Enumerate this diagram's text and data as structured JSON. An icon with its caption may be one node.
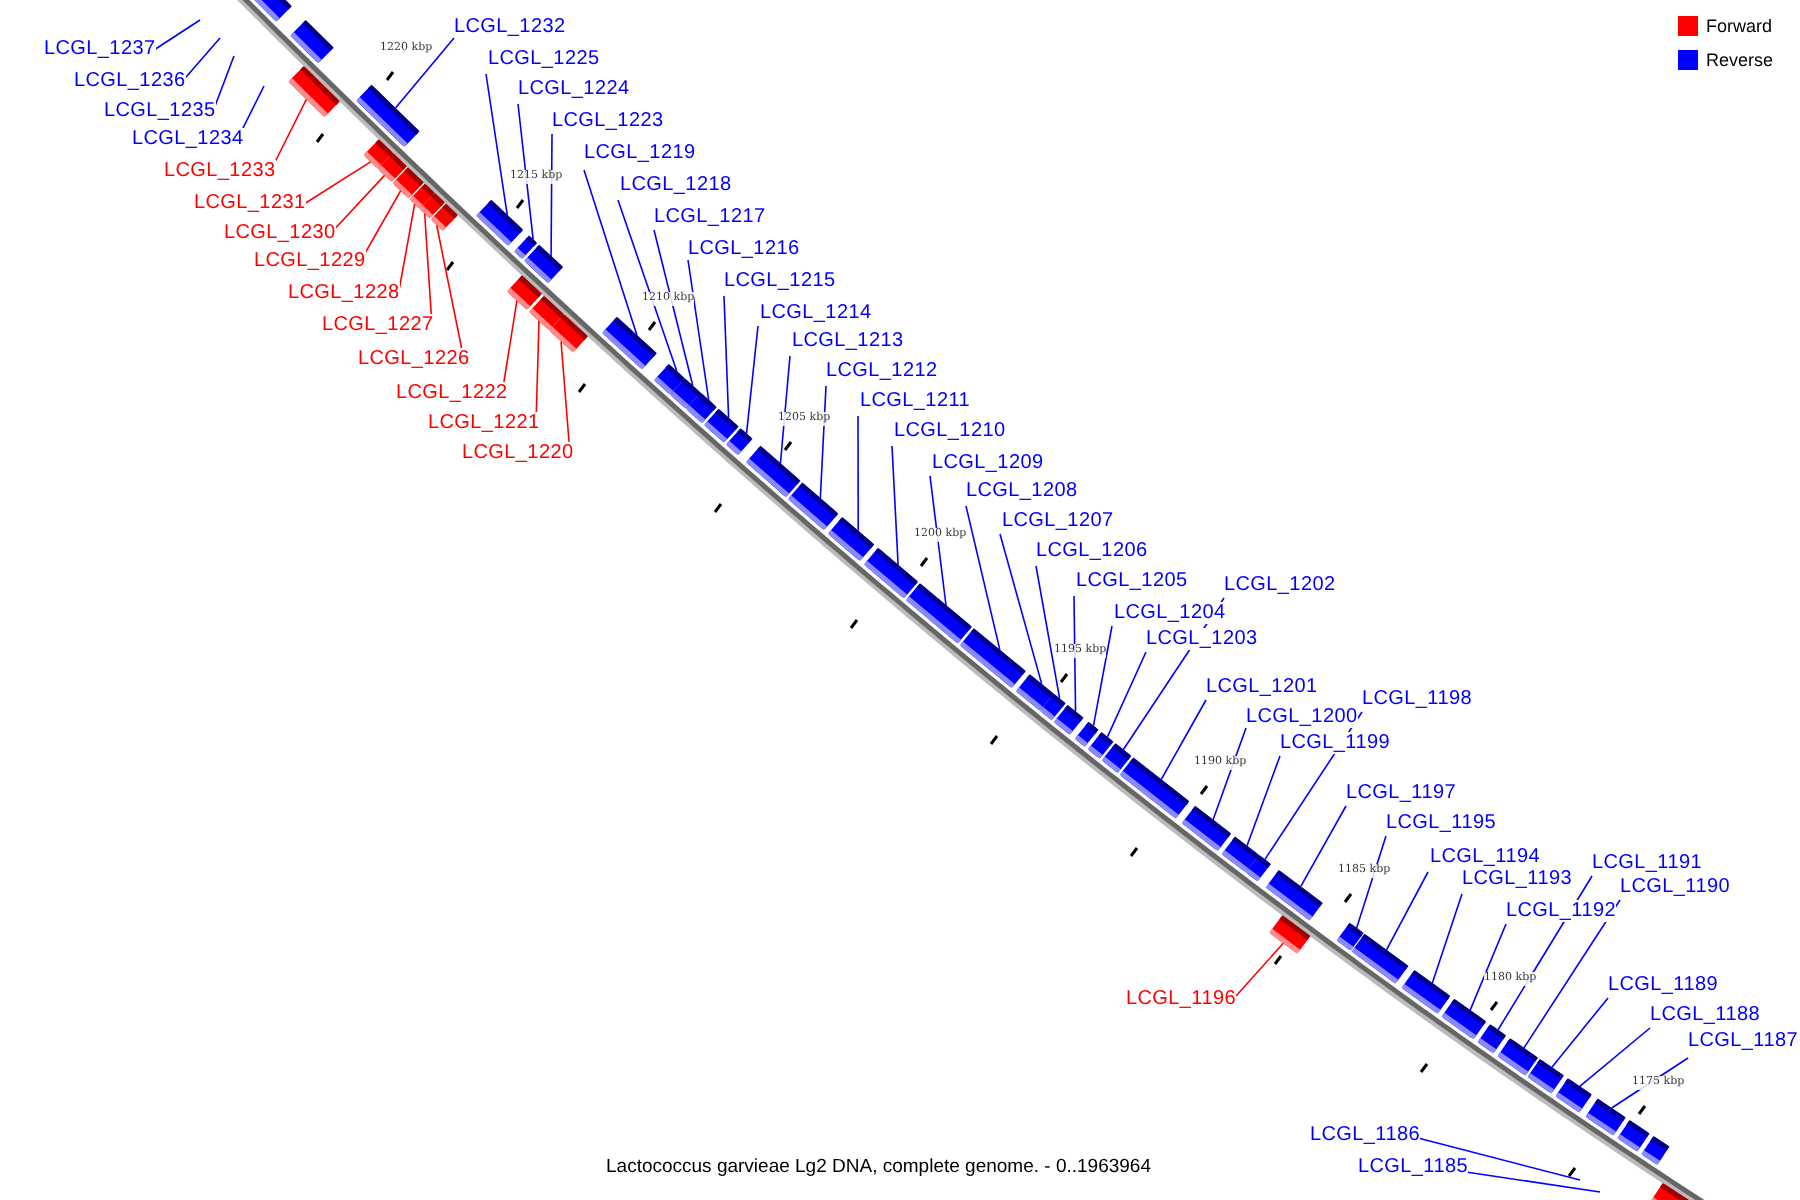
{
  "diagram": {
    "caption": "Lactococcus garvieae Lg2 DNA, complete genome. - 0..1963964",
    "nodes": [
      {
        "text": [
          "LCGL_1232"
        ]
      },
      {
        "text": [
          "LCGL_1237"
        ]
      },
      {
        "text": [
          "LCGL_1225"
        ]
      },
      {
        "text": [
          "LCGL_1236"
        ]
      },
      {
        "text": [
          "LCGL_1224"
        ]
      },
      {
        "text": [
          "LCGL_1235"
        ]
      },
      {
        "text": [
          "LCGL_1223"
        ]
      },
      {
        "text": [
          "LCGL_1234"
        ]
      },
      {
        "text": [
          "LCGL_1219"
        ]
      },
      {
        "text": [
          "LCGL_1233"
        ]
      },
      {
        "text": [
          "LCGL_1218"
        ]
      },
      {
        "text": [
          "LCGL_1231"
        ]
      },
      {
        "text": [
          "LCGL_1217"
        ]
      },
      {
        "text": [
          "LCGL_1230"
        ]
      },
      {
        "text": [
          "LCGL_1216"
        ]
      },
      {
        "text": [
          "LCGL_1229"
        ]
      },
      {
        "text": [
          "LCGL_1215"
        ]
      },
      {
        "text": [
          "LCGL_1228"
        ]
      },
      {
        "text": [
          "LCGL_1214"
        ]
      },
      {
        "text": [
          "LCGL_1227"
        ]
      },
      {
        "text": [
          "LCGL_1213"
        ]
      },
      {
        "text": [
          "LCGL_1226"
        ]
      },
      {
        "text": [
          "LCGL_1212"
        ]
      },
      {
        "text": [
          "LCGL_1222"
        ]
      },
      {
        "text": [
          "LCGL_1211"
        ]
      },
      {
        "text": [
          "LCGL_1221"
        ]
      },
      {
        "text": [
          "LCGL_1210"
        ]
      },
      {
        "text": [
          "LCGL_1220"
        ]
      },
      {
        "text": [
          "LCGL_1209"
        ]
      },
      {
        "text": [
          "LCGL_1208"
        ]
      },
      {
        "text": [
          "LCGL_1207"
        ]
      },
      {
        "text": [
          "LCGL_1206"
        ]
      },
      {
        "text": [
          "LCGL_1205"
        ]
      },
      {
        "text": [
          "LCGL_1202"
        ]
      },
      {
        "text": [
          "LCGL_1204"
        ]
      },
      {
        "text": [
          "LCGL_1203"
        ]
      },
      {
        "text": [
          "LCGL_1201"
        ]
      },
      {
        "text": [
          "LCGL_1198"
        ]
      },
      {
        "text": [
          "LCGL_1200"
        ]
      },
      {
        "text": [
          "LCGL_1199"
        ]
      },
      {
        "text": [
          "LCGL_1197"
        ]
      },
      {
        "text": [
          "LCGL_1195"
        ]
      },
      {
        "text": [
          "LCGL_1194"
        ]
      },
      {
        "text": [
          "LCGL_1191"
        ]
      },
      {
        "text": [
          "LCGL_1193"
        ]
      },
      {
        "text": [
          "LCGL_1190"
        ]
      },
      {
        "text": [
          "LCGL_1192"
        ]
      },
      {
        "text": [
          "LCGL_1189"
        ]
      },
      {
        "text": [
          "LCGL_1196"
        ]
      },
      {
        "text": [
          "LCGL_1188"
        ]
      },
      {
        "text": [
          "LCGL_1187"
        ]
      },
      {
        "text": [
          "LCGL_1186"
        ]
      },
      {
        "text": [
          "LCGL_1185"
        ]
      },
      {
        "text": [],
        "shape": "box"
      },
      {
        "text": [],
        "shape": "box"
      },
      {
        "text": [],
        "shape": "box"
      },
      {
        "text": [],
        "shape": "box"
      },
      {
        "text": [],
        "shape": "box"
      },
      {
        "text": [],
        "shape": "box"
      },
      {
        "text": [],
        "shape": "box"
      },
      {
        "text": [],
        "shape": "box"
      },
      {
        "text": [],
        "shape": "box"
      },
      {
        "text": [],
        "shape": "box"
      },
      {
        "text": [],
        "shape": "box"
      },
      {
        "text": [],
        "shape": "box"
      },
      {
        "text": [],
        "shape": "box"
      },
      {
        "text": [],
        "shape": "box"
      },
      {
        "text": [],
        "shape": "box"
      },
      {
        "text": [],
        "shape": "box"
      },
      {
        "text": [],
        "shape": "box"
      },
      {
        "text": [],
        "shape": "box"
      },
      {
        "text": [],
        "shape": "box"
      },
      {
        "text": [],
        "shape": "box"
      },
      {
        "text": [],
        "shape": "box"
      },
      {
        "text": [],
        "shape": "box"
      },
      {
        "text": [],
        "shape": "box"
      },
      {
        "text": [],
        "shape": "box"
      },
      {
        "text": [],
        "shape": "box"
      },
      {
        "text": [],
        "shape": "box"
      },
      {
        "text": [],
        "shape": "box"
      },
      {
        "text": [],
        "shape": "box"
      },
      {
        "text": [],
        "shape": "box"
      },
      {
        "text": [],
        "shape": "box"
      },
      {
        "text": [],
        "shape": "box"
      },
      {
        "text": [],
        "shape": "box"
      },
      {
        "text": [],
        "shape": "box"
      },
      {
        "text": [],
        "shape": "box"
      },
      {
        "text": [],
        "shape": "box"
      },
      {
        "text": [],
        "shape": "box"
      },
      {
        "text": [],
        "shape": "box"
      },
      {
        "text": [],
        "shape": "box"
      },
      {
        "text": [],
        "shape": "box"
      },
      {
        "text": [],
        "shape": "box"
      },
      {
        "text": [],
        "shape": "box"
      },
      {
        "text": [],
        "shape": "box"
      },
      {
        "text": [],
        "shape": "box"
      },
      {
        "text": [],
        "shape": "box"
      },
      {
        "text": [],
        "shape": "box"
      },
      {
        "text": [],
        "shape": "box"
      },
      {
        "text": [],
        "shape": "box"
      },
      {
        "text": [],
        "shape": "box"
      },
      {
        "text": [],
        "shape": "box"
      },
      {
        "text": [],
        "shape": "box"
      },
      {
        "text": [],
        "shape": "box"
      },
      {
        "text": [],
        "shape": "box"
      }
    ],
    "edges": [
      {
        "from": 0,
        "to": 56,
        "arrow": "none"
      },
      {
        "from": 1,
        "to": null,
        "arrow": "none"
      },
      {
        "from": 2,
        "to": 63,
        "arrow": "none"
      },
      {
        "from": 3,
        "to": null,
        "arrow": "none"
      },
      {
        "from": 4,
        "to": 64,
        "arrow": "none"
      },
      {
        "from": 5,
        "to": null,
        "arrow": "none"
      },
      {
        "from": 6,
        "to": 65,
        "arrow": "none"
      },
      {
        "from": 7,
        "to": null,
        "arrow": "none"
      },
      {
        "from": 8,
        "to": 69,
        "arrow": "none"
      },
      {
        "from": 9,
        "to": 55,
        "arrow": "none",
        "color": "#ff0000"
      },
      {
        "from": 10,
        "to": 70,
        "arrow": "none"
      },
      {
        "from": 11,
        "to": 57,
        "arrow": "none",
        "color": "#ff0000"
      },
      {
        "from": 12,
        "to": 71,
        "arrow": "none"
      },
      {
        "from": 13,
        "to": 58,
        "arrow": "none",
        "color": "#ff0000"
      },
      {
        "from": 14,
        "to": 72,
        "arrow": "none"
      },
      {
        "from": 15,
        "to": 59,
        "arrow": "none",
        "color": "#ff0000"
      },
      {
        "from": 16,
        "to": 73,
        "arrow": "none"
      },
      {
        "from": 17,
        "to": 60,
        "arrow": "none",
        "color": "#ff0000"
      },
      {
        "from": 18,
        "to": 74,
        "arrow": "none"
      },
      {
        "from": 19,
        "to": 61,
        "arrow": "none",
        "color": "#ff0000"
      },
      {
        "from": 20,
        "to": 75,
        "arrow": "none"
      },
      {
        "from": 21,
        "to": 62,
        "arrow": "none",
        "color": "#ff0000"
      },
      {
        "from": 22,
        "to": 76,
        "arrow": "none"
      },
      {
        "from": 23,
        "to": 66,
        "arrow": "none",
        "color": "#ff0000"
      },
      {
        "from": 24,
        "to": 77,
        "arrow": "none"
      },
      {
        "from": 25,
        "to": 67,
        "arrow": "none",
        "color": "#ff0000"
      },
      {
        "from": 26,
        "to": 78,
        "arrow": "none"
      },
      {
        "from": 27,
        "to": 68,
        "arrow": "none",
        "color": "#ff0000"
      },
      {
        "from": 28,
        "to": 79,
        "arrow": "none"
      },
      {
        "from": 29,
        "to": 80,
        "arrow": "none"
      },
      {
        "from": 30,
        "to": 81,
        "arrow": "none"
      },
      {
        "from": 31,
        "to": 82,
        "arrow": "none"
      },
      {
        "from": 32,
        "to": 83,
        "arrow": "none"
      },
      {
        "from": 33,
        "to": 86,
        "arrow": "none"
      },
      {
        "from": 34,
        "to": 84,
        "arrow": "none"
      },
      {
        "from": 35,
        "to": 85,
        "arrow": "none"
      },
      {
        "from": 36,
        "to": 87,
        "arrow": "none"
      },
      {
        "from": 37,
        "to": 90,
        "arrow": "none"
      },
      {
        "from": 38,
        "to": 88,
        "arrow": "none"
      },
      {
        "from": 39,
        "to": 89,
        "arrow": "none"
      },
      {
        "from": 40,
        "to": 91,
        "arrow": "none"
      },
      {
        "from": 41,
        "to": 93,
        "arrow": "none"
      },
      {
        "from": 42,
        "to": 94,
        "arrow": "none"
      },
      {
        "from": 43,
        "to": 97,
        "arrow": "none"
      },
      {
        "from": 44,
        "to": 95,
        "arrow": "none"
      },
      {
        "from": 45,
        "to": 98,
        "arrow": "none"
      },
      {
        "from": 46,
        "to": 96,
        "arrow": "none"
      },
      {
        "from": 47,
        "to": 99,
        "arrow": "none"
      },
      {
        "from": 48,
        "to": 92,
        "arrow": "none",
        "color": "#ff0000"
      },
      {
        "from": 49,
        "to": 100,
        "arrow": "none"
      },
      {
        "from": 50,
        "to": 101,
        "arrow": "none"
      },
      {
        "from": 51,
        "to": null,
        "arrow": "none"
      },
      {
        "from": 52,
        "to": null,
        "arrow": "none"
      }
    ],
    "labels": [
      "1220 kbp",
      "1215 kbp",
      "1210 kbp",
      "1205 kbp",
      "1200 kbp",
      "1195 kbp",
      "1190 kbp",
      "1185 kbp",
      "1180 kbp",
      "1175 kbp"
    ],
    "legend": [
      {
        "text": "Forward",
        "color": "#ff0000"
      },
      {
        "text": "Reverse",
        "color": "#0000ff"
      }
    ]
  }
}
